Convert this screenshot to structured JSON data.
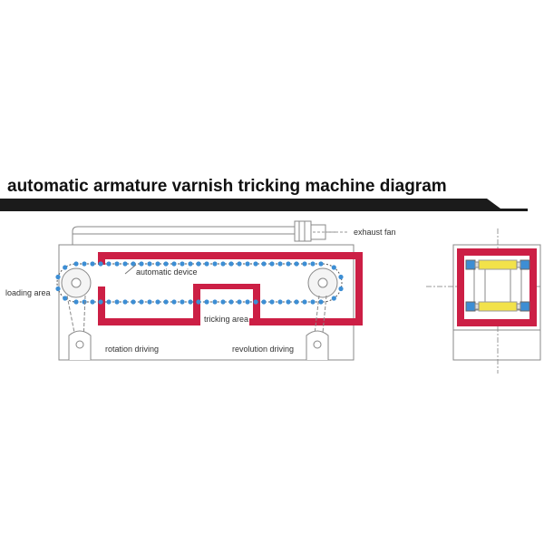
{
  "title": "automatic armature varnish tricking machine diagram",
  "labels": {
    "exhaust_fan": "exhaust fan",
    "automatic_device": "automatic device",
    "loading_area": "loading area",
    "tricking_area": "tricking area",
    "rotation_driving": "rotation driving",
    "revolution_driving": "revolution driving"
  },
  "colors": {
    "frame_red": "#cc1f45",
    "chain_blue": "#3d8ed4",
    "holder_yellow": "#f2e24a",
    "line_gray": "#888888",
    "title_bar": "#1b1b1b"
  }
}
